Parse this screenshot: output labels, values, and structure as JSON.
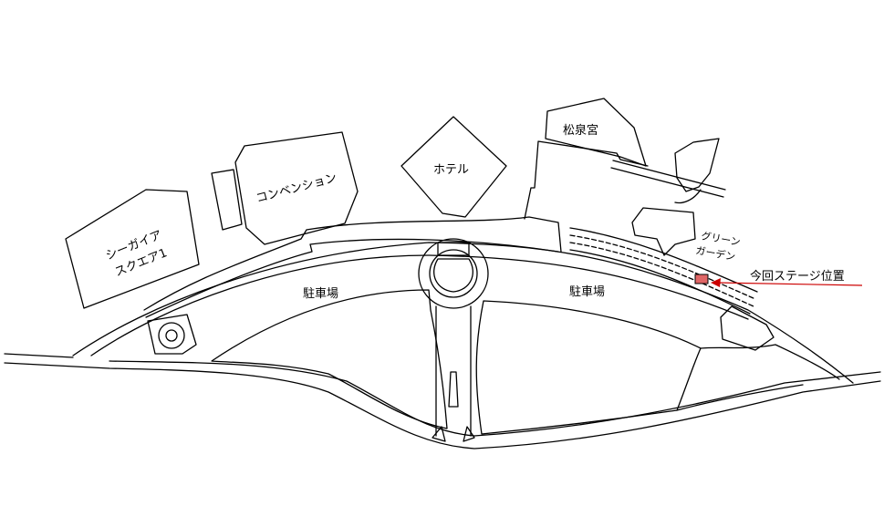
{
  "map": {
    "labels": {
      "seagaia_line1": "シーガイア",
      "seagaia_line2": "スクエア1",
      "convention": "コンベンション",
      "hotel": "ホテル",
      "shosenkyu": "松泉宮",
      "green_line1": "グリーン",
      "green_line2": "ガーデン",
      "parking_left": "駐車場",
      "parking_right": "駐車場",
      "stage": "今回ステージ位置"
    },
    "colors": {
      "stage_marker": "#e06666",
      "arrow": "#cc0000",
      "line": "#000000",
      "background": "#ffffff"
    }
  }
}
